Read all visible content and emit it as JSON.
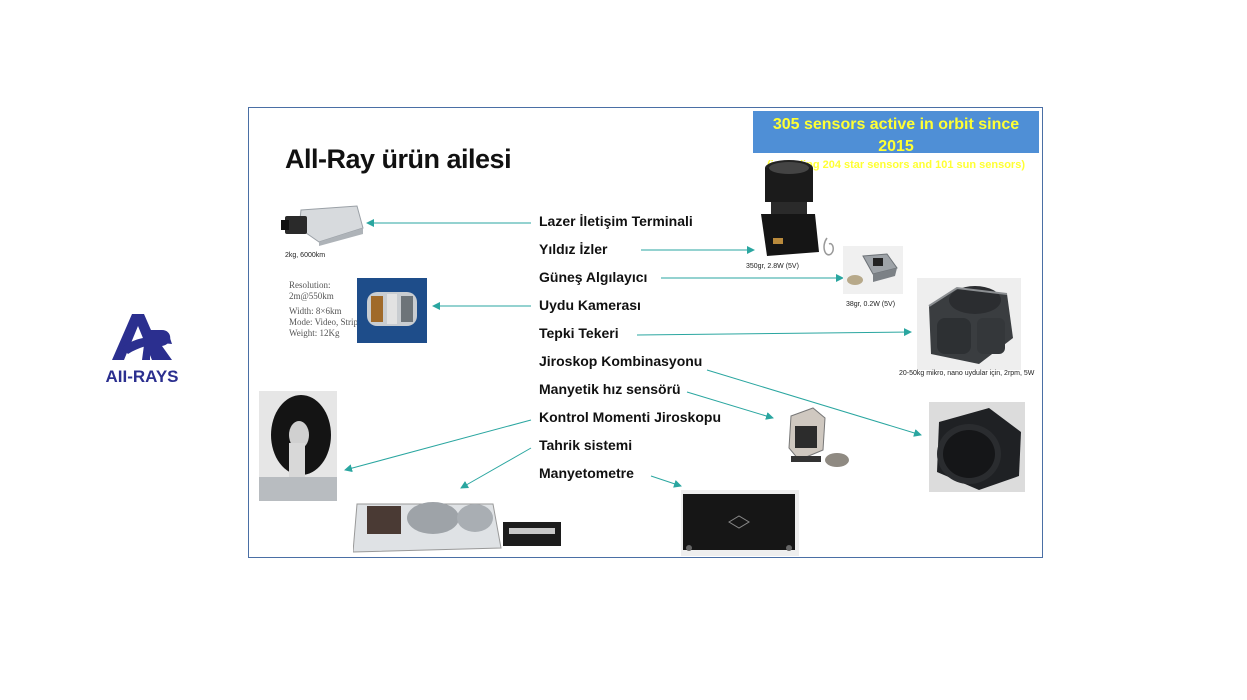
{
  "slide": {
    "title": "All-Ray ürün ailesi",
    "banner": {
      "line1": "305 sensors active in orbit since 2015",
      "line2": "(including 204 star sensors and 101 sun sensors)"
    },
    "labels": [
      "Lazer İletişim Terminali",
      "Yıldız İzler",
      "Güneş Algılayıcı",
      "Uydu Kamerası",
      "Tepki Tekeri",
      "Jiroskop Kombinasyonu",
      "Manyetik hız sensörü",
      "Kontrol Momenti Jiroskopu",
      "Tahrik sistemi",
      "Manyetometre"
    ],
    "captions": {
      "laser": "2kg, 6000km",
      "star": "350gr, 2.8W (5V)",
      "sun": "38gr, 0.2W (5V)",
      "wheel": "20-50kg mikro, nano uydular için, 2rpm, 5W"
    },
    "camera_spec": {
      "resolution_label": "Resolution:",
      "resolution_value": "2m@550km",
      "width": "Width: 8×6km",
      "mode": "Mode: Video, Strip",
      "weight": "Weight: 12Kg"
    }
  },
  "logo": {
    "text": "AII-RAYS",
    "color": "#2b2f8f"
  },
  "colors": {
    "arrow": "#2aa6a0",
    "banner_bg": "#4f8fd6",
    "banner_text": "#ffff33"
  }
}
